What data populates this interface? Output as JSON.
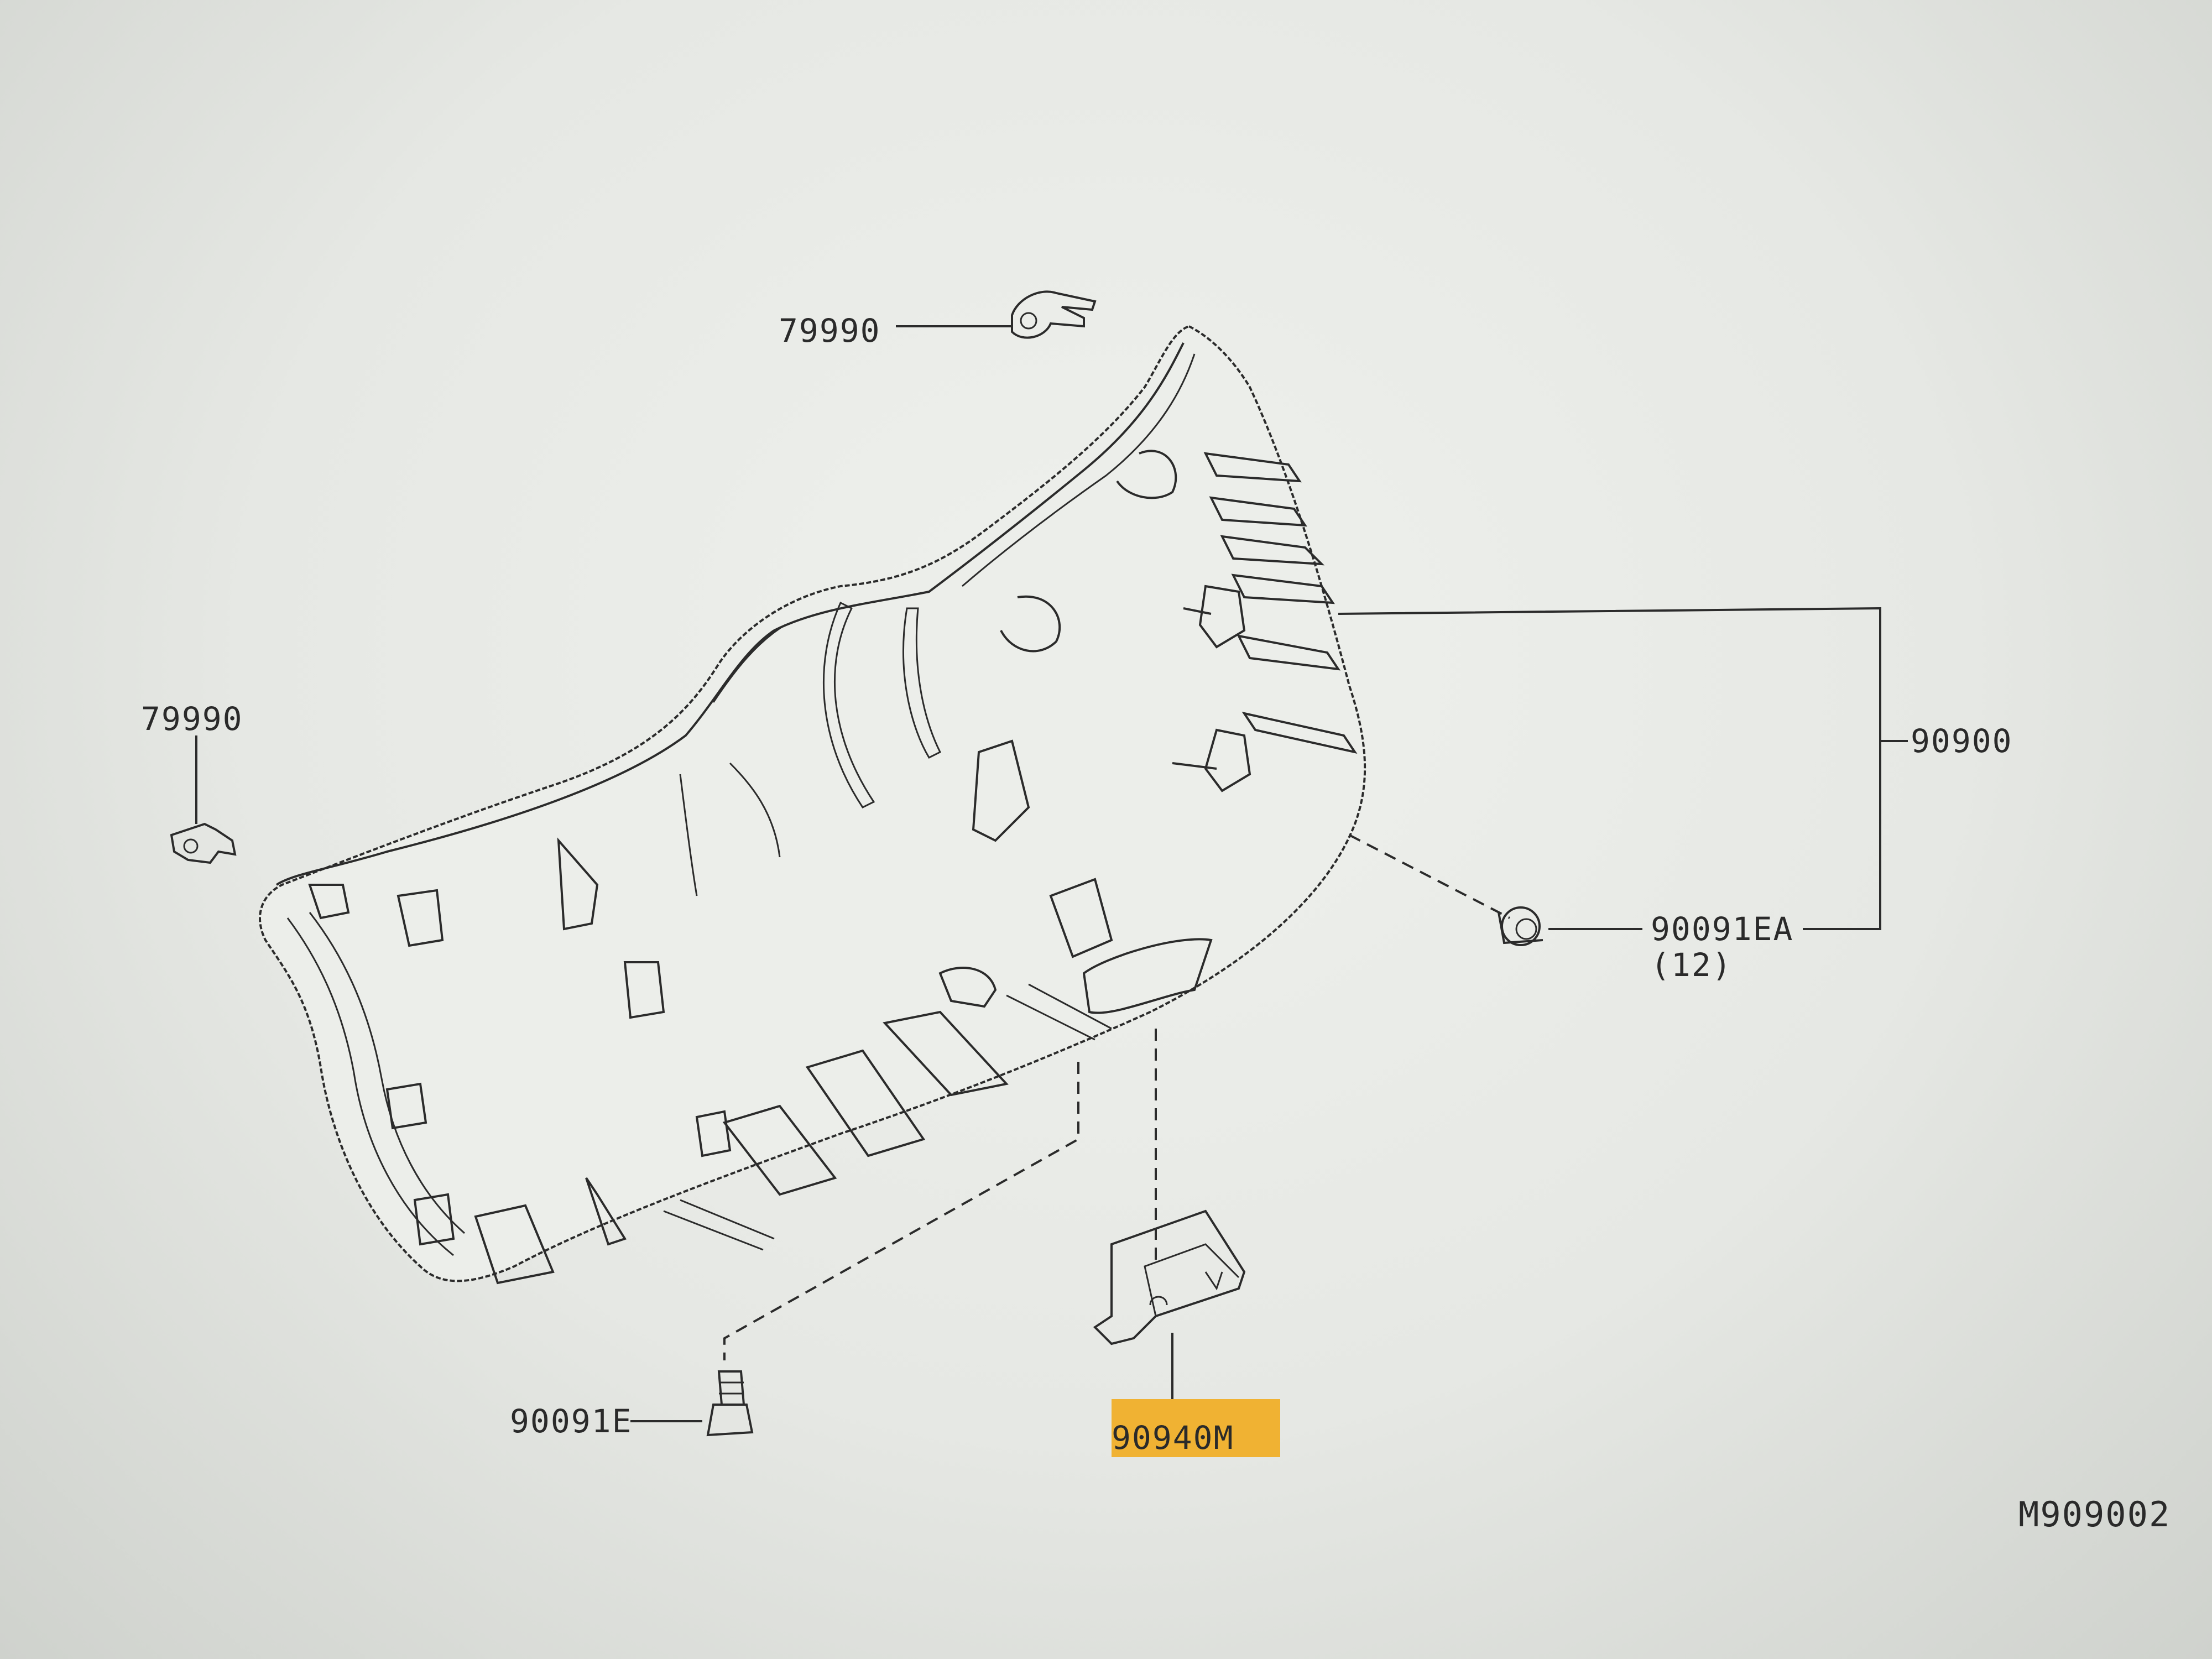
{
  "diagram": {
    "labels": {
      "clip_top": "79990",
      "clip_left": "79990",
      "trim_assembly": "90900",
      "clip_screw": "90091EA",
      "clip_screw_qty": "(12)",
      "clip_bottom": "90091E",
      "bracket": "90940M",
      "sheet_code": "M909002"
    },
    "highlight": {
      "part": "90940M",
      "color": "#f0b233"
    }
  }
}
